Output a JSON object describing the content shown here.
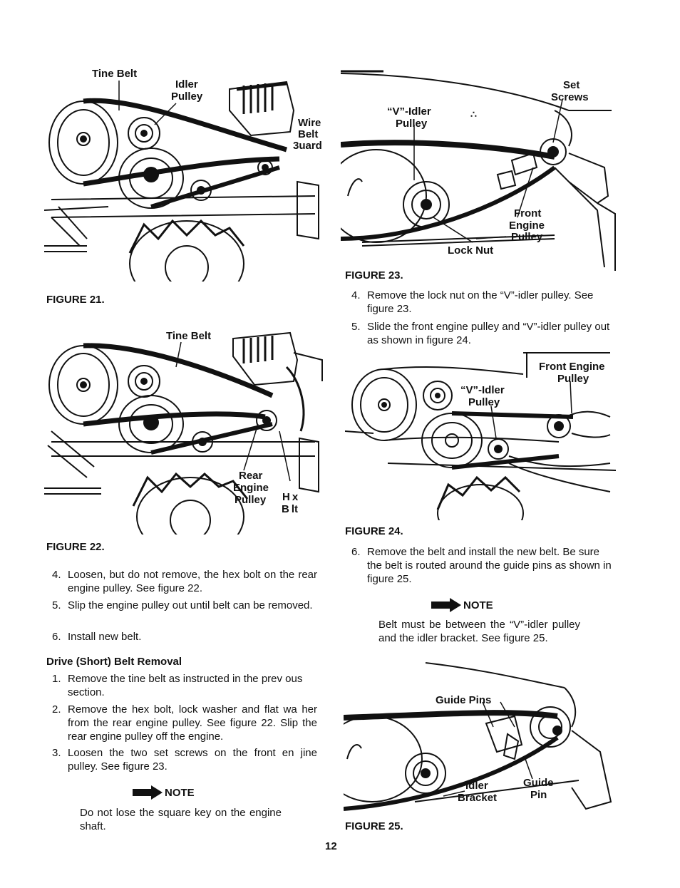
{
  "page_number": "12",
  "figures": {
    "fig21": {
      "caption": "FIGURE 21.",
      "labels": {
        "tine_belt": "Tine Belt",
        "idler_pulley_1": "Idler",
        "idler_pulley_2": "Pulley",
        "wire_belt_guard_1": "Wire",
        "wire_belt_guard_2": "Belt",
        "wire_belt_guard_3": "3uard"
      }
    },
    "fig22": {
      "caption": "FIGURE 22.",
      "labels": {
        "tine_belt": "Tine Belt",
        "rear_engine_pulley_1": "Rear",
        "rear_engine_pulley_2": "Engine",
        "rear_engine_pulley_3": "Pulley",
        "hex_bolt_1": "H x",
        "hex_bolt_2": "B lt"
      }
    },
    "fig23": {
      "caption": "FIGURE 23.",
      "labels": {
        "v_idler_pulley_1": "“V”-Idler",
        "v_idler_pulley_2": "Pulley",
        "set_screws_1": "Set",
        "set_screws_2": "Screws",
        "front_engine_pulley_1": "Front",
        "front_engine_pulley_2": "Engine",
        "front_engine_pulley_3": "Pulley",
        "lock_nut": "Lock Nut"
      }
    },
    "fig24": {
      "caption": "FIGURE 24.",
      "labels": {
        "front_engine_pulley_1": "Front Engine",
        "front_engine_pulley_2": "Pulley",
        "v_idler_pulley_1": "“V”-Idler",
        "v_idler_pulley_2": "Pulley"
      }
    },
    "fig25": {
      "caption": "FIGURE 25.",
      "labels": {
        "guide_pins": "Guide Pins",
        "idler_bracket_1": "Idler",
        "idler_bracket_2": "Bracket",
        "guide_pin_1": "Guide",
        "guide_pin_2": "Pin"
      }
    }
  },
  "left_steps_a": [
    {
      "num": "4.",
      "text": "Loosen, but do not remove, the hex bolt on the rear engine pulley. See figure 22."
    },
    {
      "num": "5.",
      "text": "Slip the engine pulley out until belt can be removed."
    },
    {
      "num": "6.",
      "text": "Install new belt."
    }
  ],
  "drive_removal_heading": "Drive (Short) Belt Removal",
  "left_steps_b": [
    {
      "num": "1.",
      "text": "Remove the tine belt as instructed in the prev ous section."
    },
    {
      "num": "2.",
      "text": "Remove the hex bolt, lock washer and flat wa her from the rear engine pulley. See figure 22. Slip the rear engine pulley off the engine."
    },
    {
      "num": "3.",
      "text": "Loosen the two set screws on the front en jine pulley. See figure 23."
    }
  ],
  "note_label": "NOTE",
  "note_left_text": "Do not lose the square key on the engine shaft.",
  "right_steps_a": [
    {
      "num": "4.",
      "text": "Remove the lock nut on the “V”-idler pulley. See figure 23."
    },
    {
      "num": "5.",
      "text": "Slide the front engine pulley and “V”-idler pulley out as shown in figure 24."
    }
  ],
  "right_steps_b": [
    {
      "num": "6.",
      "text": "Remove the belt and install the new belt. Be sure the belt is routed around the guide pins as shown in figure 25."
    }
  ],
  "note_right_text": "Belt must be between the “V”-idler pulley and the idler bracket. See figure 25."
}
